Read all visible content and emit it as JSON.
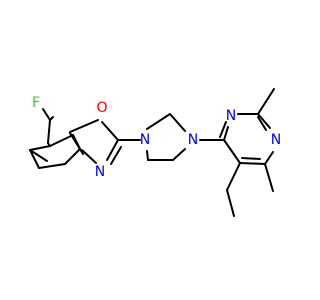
{
  "atoms": {
    "fluorine": {
      "text": "F",
      "color": "#33cc33"
    },
    "oxazole_o": {
      "text": "O",
      "color": "#ff0000"
    },
    "oxazole_n": {
      "text": "N",
      "color": "#0000ff"
    },
    "pip_n1": {
      "text": "N",
      "color": "#0000ff"
    },
    "pip_n4": {
      "text": "N",
      "color": "#0000ff"
    },
    "pyr_n1": {
      "text": "N",
      "color": "#0000ff"
    },
    "pyr_n3": {
      "text": "N",
      "color": "#0000ff"
    }
  }
}
